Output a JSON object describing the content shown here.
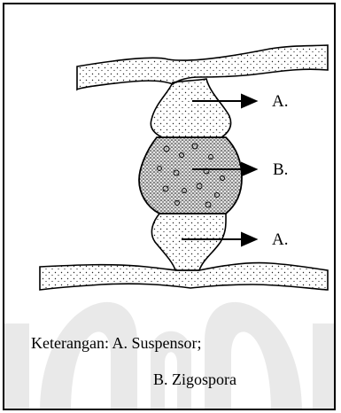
{
  "figure": {
    "labels": {
      "a_top": "A.",
      "b_middle": "B.",
      "a_bottom": "A."
    },
    "caption": {
      "line1": "Keterangan: A. Suspensor;",
      "line2": "B. Zigospora"
    },
    "watermark_icon": "university-logo-watermark"
  }
}
